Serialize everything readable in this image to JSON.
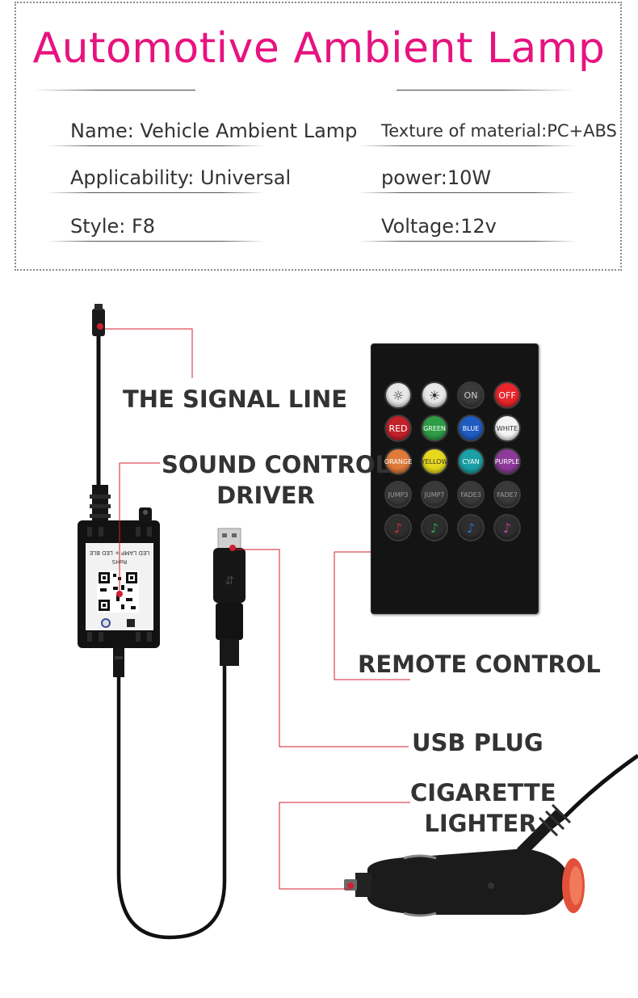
{
  "title": "Automotive Ambient Lamp",
  "specs": {
    "name": "Name: Vehicle Ambient Lamp",
    "material": "Texture of material:PC+ABS",
    "applicability": "Applicability: Universal",
    "power": "power:10W",
    "style": "Style: F8",
    "voltage": "Voltage:12v"
  },
  "labels": {
    "signal_line": "THE SIGNAL LINE",
    "sound_control_1": "SOUND CONTROL",
    "sound_control_2": "DRIVER",
    "remote_control": "REMOTE CONTROL",
    "usb_plug": "USB PLUG",
    "cigarette_1": "CIGARETTE",
    "cigarette_2": "LIGHTER"
  },
  "module_text": {
    "line1": "LED LAMP + LED BLE",
    "line2": "RoHS"
  },
  "remote_buttons": [
    {
      "label": "☼",
      "color": "#e8e8e8",
      "text_color": "#333"
    },
    {
      "label": "☀",
      "color": "#e8e8e8",
      "text_color": "#333"
    },
    {
      "label": "ON",
      "color": "#3a3a3a",
      "text_color": "#cfcfcf"
    },
    {
      "label": "OFF",
      "color": "#e8262b",
      "text_color": "#ffffff"
    },
    {
      "label": "RED",
      "color": "#c2222a",
      "text_color": "#ffffff"
    },
    {
      "label": "GREEN",
      "color": "#2e9d46",
      "text_color": "#ffffff"
    },
    {
      "label": "BLUE",
      "color": "#1f5cc2",
      "text_color": "#ffffff"
    },
    {
      "label": "WHITE",
      "color": "#f4f4f4",
      "text_color": "#333"
    },
    {
      "label": "ORANGE",
      "color": "#e07a3a",
      "text_color": "#ffffff"
    },
    {
      "label": "YELLOW",
      "color": "#e6d81e",
      "text_color": "#333"
    },
    {
      "label": "CYAN",
      "color": "#1aa0a5",
      "text_color": "#ffffff"
    },
    {
      "label": "PURPLE",
      "color": "#8e3a9a",
      "text_color": "#ffffff"
    },
    {
      "label": "JUMP3",
      "color": "#3a3a3a",
      "text_color": "#9a9a9a"
    },
    {
      "label": "JUMP7",
      "color": "#3a3a3a",
      "text_color": "#9a9a9a"
    },
    {
      "label": "FADE3",
      "color": "#3a3a3a",
      "text_color": "#9a9a9a"
    },
    {
      "label": "FADE7",
      "color": "#3a3a3a",
      "text_color": "#9a9a9a"
    },
    {
      "label": "♪",
      "color": "#2e2e2e",
      "text_color": "#d03030"
    },
    {
      "label": "♪",
      "color": "#2e2e2e",
      "text_color": "#30a050"
    },
    {
      "label": "♪",
      "color": "#2e2e2e",
      "text_color": "#3070d0"
    },
    {
      "label": "♪",
      "color": "#2e2e2e",
      "text_color": "#c040a0"
    }
  ],
  "colors": {
    "title": "#e6137f",
    "callout_line": "#d02030",
    "label_text": "#333333"
  }
}
